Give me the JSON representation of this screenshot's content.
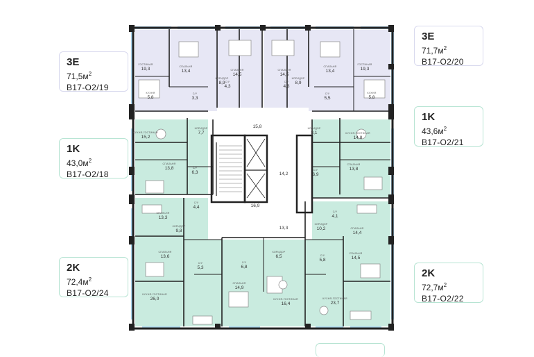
{
  "units": [
    {
      "key": "u19",
      "code": "3E",
      "area": "71,5",
      "unit": "м",
      "sup": "2",
      "id": "B17-O2/19",
      "color": "#e7e7f5"
    },
    {
      "key": "u20",
      "code": "3E",
      "area": "71,7",
      "unit": "м",
      "sup": "2",
      "id": "B17-O2/20",
      "color": "#e7e7f5"
    },
    {
      "key": "u21",
      "code": "1K",
      "area": "43,6",
      "unit": "м",
      "sup": "2",
      "id": "B17-O2/21",
      "color": "#c9ebdf"
    },
    {
      "key": "u18",
      "code": "1K",
      "area": "43,0",
      "unit": "м",
      "sup": "2",
      "id": "B17-O2/18",
      "color": "#c9ebdf"
    },
    {
      "key": "u24",
      "code": "2K",
      "area": "72,4",
      "unit": "м",
      "sup": "2",
      "id": "B17-O2/24",
      "color": "#c9ebdf"
    },
    {
      "key": "u22",
      "code": "2K",
      "area": "72,7",
      "unit": "м",
      "sup": "2",
      "id": "B17-O2/22",
      "color": "#c9ebdf"
    }
  ],
  "room_labels": {
    "gostinaya": "ГОСТИНАЯ",
    "spalnya": "СПАЛЬНЯ",
    "koridor": "КОРИДОР",
    "kuhnya": "КУХНЯ",
    "kuhnya_gostinaya": "КУХНЯ-ГОСТИНАЯ",
    "su": "С/У"
  },
  "rooms": [
    {
      "v": "19,3",
      "s": "gostinaya"
    },
    {
      "v": "13,4",
      "s": "spalnya"
    },
    {
      "v": "14,5",
      "s": "spalnya"
    },
    {
      "v": "14,5",
      "s": "spalnya"
    },
    {
      "v": "13,4",
      "s": "spalnya"
    },
    {
      "v": "19,3",
      "s": "gostinaya"
    },
    {
      "v": "8,9",
      "s": "koridor"
    },
    {
      "v": "4,3",
      "s": "su"
    },
    {
      "v": "4,3",
      "s": "su"
    },
    {
      "v": "8,9",
      "s": "koridor"
    },
    {
      "v": "5,8",
      "s": "kuhnya"
    },
    {
      "v": "3,3",
      "s": "su"
    },
    {
      "v": "5,5",
      "s": "su"
    },
    {
      "v": "5,8",
      "s": "kuhnya"
    },
    {
      "v": "15,8",
      "s": ""
    },
    {
      "v": "15,2",
      "s": "kuhnya_gostinaya"
    },
    {
      "v": "7,7",
      "s": "koridor"
    },
    {
      "v": "8,1",
      "s": "koridor"
    },
    {
      "v": "14,8",
      "s": "kuhnya_gostinaya"
    },
    {
      "v": "13,8",
      "s": "spalnya"
    },
    {
      "v": "6,3",
      "s": "su"
    },
    {
      "v": "14,2",
      "s": ""
    },
    {
      "v": "6,9",
      "s": "su"
    },
    {
      "v": "13,8",
      "s": "spalnya"
    },
    {
      "v": "4,4",
      "s": "su"
    },
    {
      "v": "16,9",
      "s": ""
    },
    {
      "v": "13,3",
      "s": "spalnya"
    },
    {
      "v": "4,1",
      "s": "su"
    },
    {
      "v": "9,8",
      "s": "koridor"
    },
    {
      "v": "13,3",
      "s": ""
    },
    {
      "v": "10,2",
      "s": "koridor"
    },
    {
      "v": "14,4",
      "s": "spalnya"
    },
    {
      "v": "13,6",
      "s": "spalnya"
    },
    {
      "v": "6,5",
      "s": "koridor"
    },
    {
      "v": "5,8",
      "s": "su"
    },
    {
      "v": "14,5",
      "s": "spalnya"
    },
    {
      "v": "5,3",
      "s": "su"
    },
    {
      "v": "6,8",
      "s": "su"
    },
    {
      "v": "14,9",
      "s": "spalnya"
    },
    {
      "v": "16,4",
      "s": "kuhnya_gostinaya"
    },
    {
      "v": "26,0",
      "s": "kuhnya_gostinaya"
    },
    {
      "v": "23,7",
      "s": "kuhnya_gostinaya"
    }
  ]
}
